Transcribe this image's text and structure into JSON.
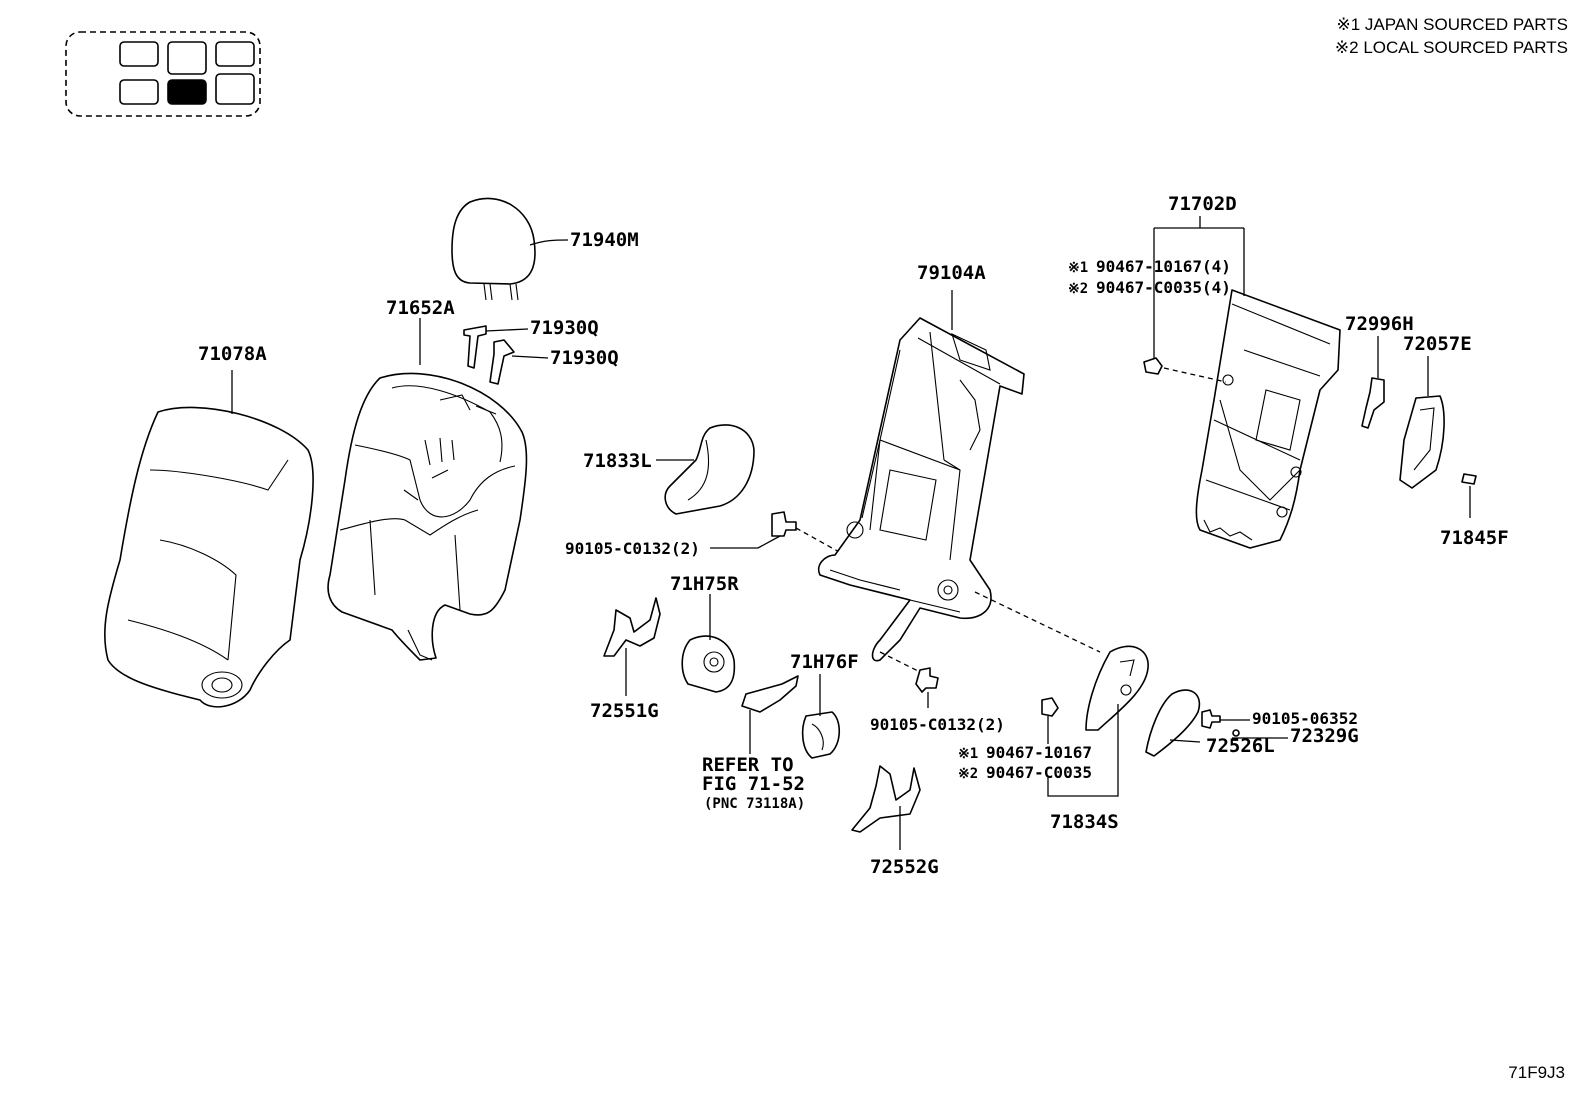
{
  "legend": {
    "japan": "※1 JAPAN SOURCED PARTS",
    "local": "※2 LOCAL SOURCED PARTS"
  },
  "figure_code": "71F9J3",
  "labels": {
    "p71940M": "71940M",
    "p71652A": "71652A",
    "p71930Q_a": "71930Q",
    "p71930Q_b": "71930Q",
    "p71078A": "71078A",
    "p71833L": "71833L",
    "p90105_C0132_a": "90105-C0132(2)",
    "p71H75R": "71H75R",
    "p72551G": "72551G",
    "p79104A": "79104A",
    "p71H76F": "71H76F",
    "refer_line1": "REFER TO",
    "refer_line2": "FIG 71-52",
    "refer_line3": "(PNC 73118A)",
    "p90105_C0132_b": "90105-C0132(2)",
    "p72552G": "72552G",
    "p71702D": "71702D",
    "p90467_10167_4_pre": "※1",
    "p90467_10167_4": "90467-10167(4)",
    "p90467_C0035_4_pre": "※2",
    "p90467_C0035_4": "90467-C0035(4)",
    "p72996H": "72996H",
    "p72057E": "72057E",
    "p71845F": "71845F",
    "p90467_10167_pre": "※1",
    "p90467_10167": "90467-10167",
    "p90467_C0035_pre": "※2",
    "p90467_C0035": "90467-C0035",
    "p71834S": "71834S",
    "p72526L": "72526L",
    "p90105_06352": "90105-06352",
    "p72329G": "72329G"
  }
}
